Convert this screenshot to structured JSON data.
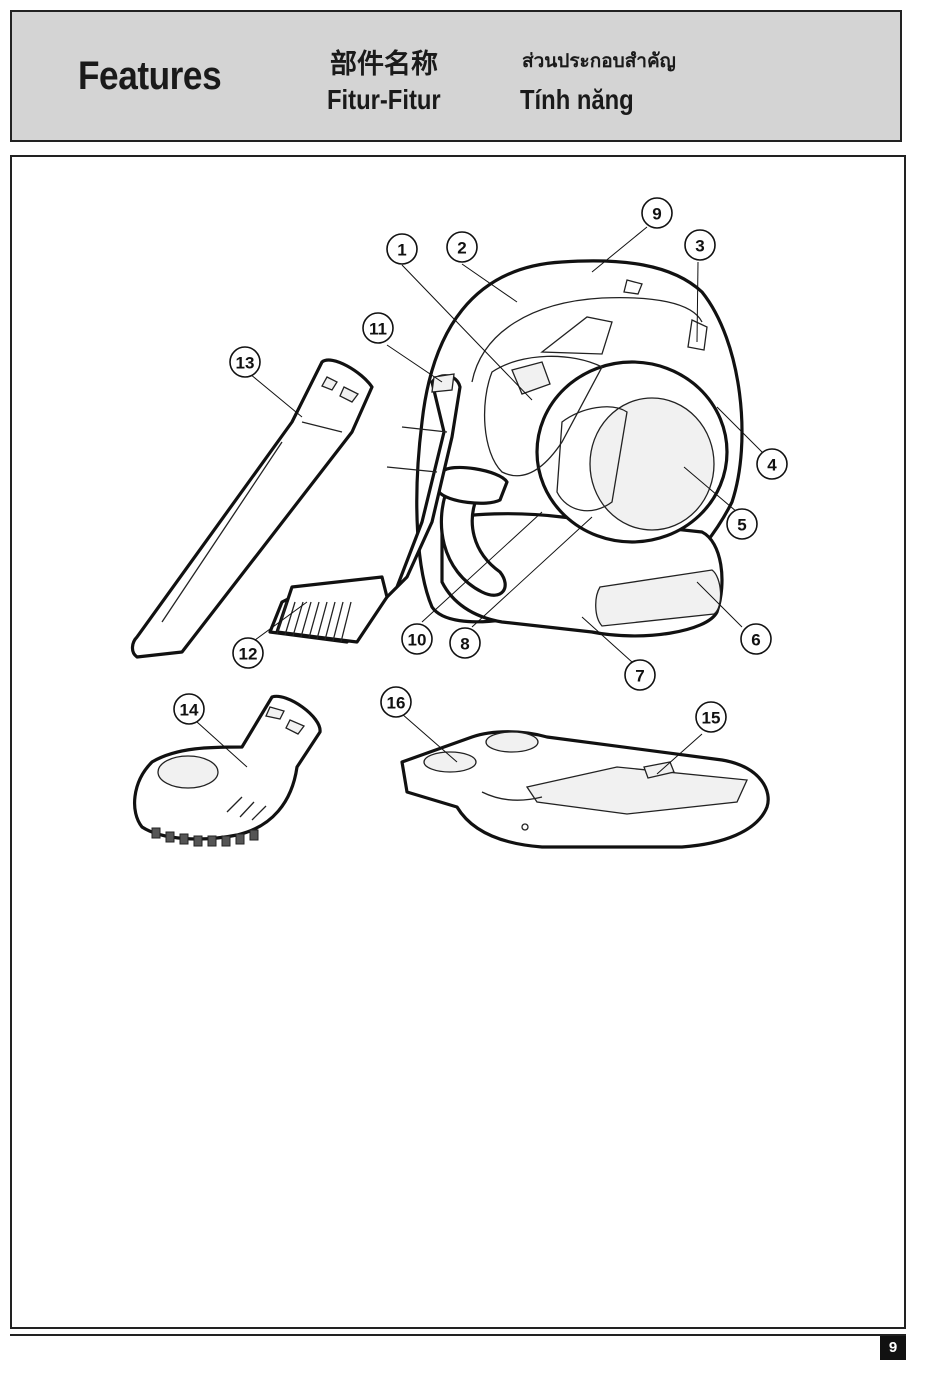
{
  "header": {
    "title_en": "Features",
    "title_zh": "部件名称",
    "title_id": "Fitur-Fitur",
    "title_th": "ส่วนประกอบสำคัญ",
    "title_vi": "Tính năng"
  },
  "callouts": [
    "1",
    "2",
    "3",
    "4",
    "5",
    "6",
    "7",
    "8",
    "9",
    "10",
    "11",
    "12",
    "13",
    "14",
    "15",
    "16"
  ],
  "page_number": "9"
}
